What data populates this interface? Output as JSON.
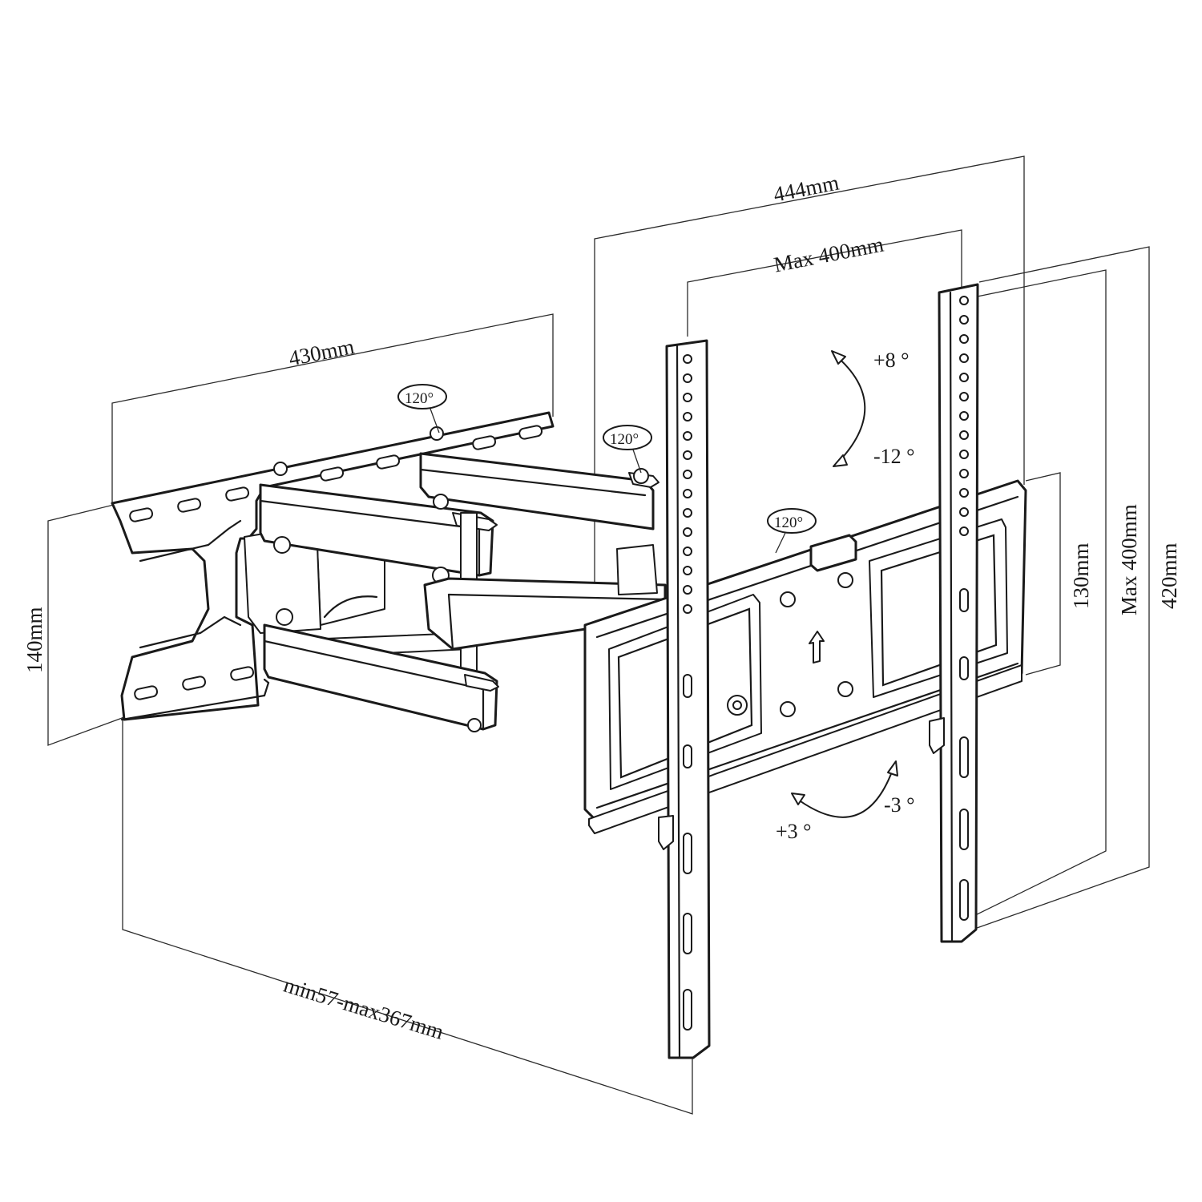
{
  "dimensions": {
    "total_width": "444mm",
    "vesa_horizontal": "Max 400mm",
    "arm_width": "430mm",
    "wall_plate_height": "140mm",
    "extension": "min57-max367mm",
    "crossbar_height": "130mm",
    "vesa_vertical": "Max 400mm",
    "total_height": "420mm"
  },
  "rotation": {
    "wall_pivot": "120°",
    "arm_pivot": "120°",
    "head_pivot": "120°"
  },
  "tilt": {
    "up": "+8 °",
    "down": "-12 °"
  },
  "level_adjust": {
    "plus": "+3 °",
    "minus": "-3 °"
  }
}
